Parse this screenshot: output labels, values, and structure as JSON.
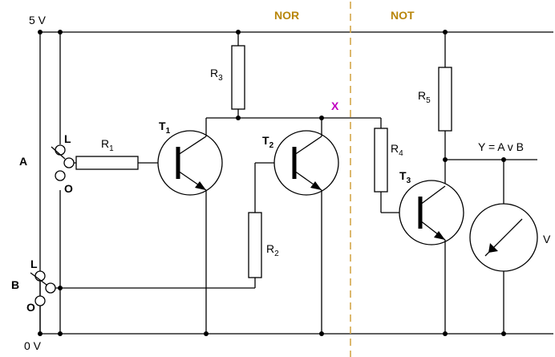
{
  "diagram": {
    "colors": {
      "divider": "#D4A64A",
      "section_label": "#B8860B",
      "node_x": "#C000C0",
      "line": "#000000"
    },
    "rails": {
      "top": "5 V",
      "bottom": "0 V"
    },
    "sections": {
      "left": "NOR",
      "right": "NOT"
    },
    "node_x": "X",
    "inputs": {
      "a": {
        "name": "A",
        "l": "L",
        "o": "O"
      },
      "b": {
        "name": "B",
        "l": "L",
        "o": "O"
      }
    },
    "resistors": {
      "r1": {
        "label": "R",
        "sub": "1"
      },
      "r2": {
        "label": "R",
        "sub": "2"
      },
      "r3": {
        "label": "R",
        "sub": "3"
      },
      "r4": {
        "label": "R",
        "sub": "4"
      },
      "r5": {
        "label": "R",
        "sub": "5"
      }
    },
    "transistors": {
      "t1": {
        "label": "T",
        "sub": "1"
      },
      "t2": {
        "label": "T",
        "sub": "2"
      },
      "t3": {
        "label": "T",
        "sub": "3"
      }
    },
    "output": "Y = A v B",
    "meter": "V"
  }
}
